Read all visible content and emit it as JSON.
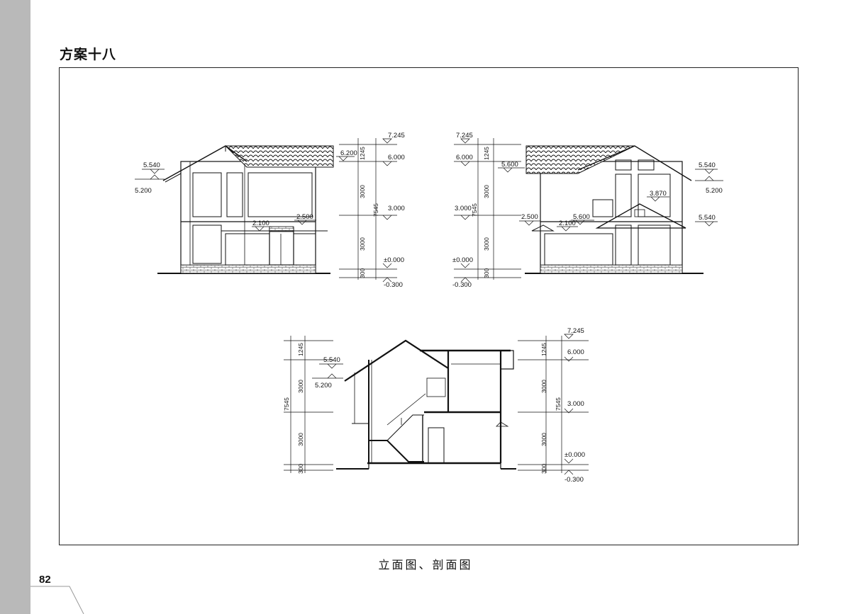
{
  "page": {
    "title": "方案十八",
    "caption": "立面图、剖面图",
    "page_number": "82"
  },
  "front_elevation": {
    "levels": [
      "7.245",
      "6.200",
      "6.000",
      "5.540",
      "5.200",
      "3.000",
      "2.500",
      "2.100",
      "±0.000",
      "-0.300"
    ],
    "dims": [
      "1245",
      "3000",
      "7545",
      "3000",
      "300"
    ]
  },
  "side_elevation": {
    "levels": [
      "7.245",
      "6.000",
      "5.600",
      "3.000",
      "2.500",
      "5.600",
      "2.100",
      "±0.000",
      "-0.300",
      "5.540",
      "5.200",
      "3.870",
      "5.540"
    ],
    "dims": [
      "1245",
      "3000",
      "7545",
      "3000",
      "300"
    ]
  },
  "section": {
    "levels": [
      "5.540",
      "5.200",
      "7.245",
      "6.000",
      "3.000",
      "±0.000",
      "-0.300"
    ],
    "left_dims": [
      "1245",
      "3000",
      "7545",
      "3000",
      "300"
    ],
    "right_dims": [
      "1245",
      "3000",
      "7545",
      "3000",
      "300"
    ]
  }
}
